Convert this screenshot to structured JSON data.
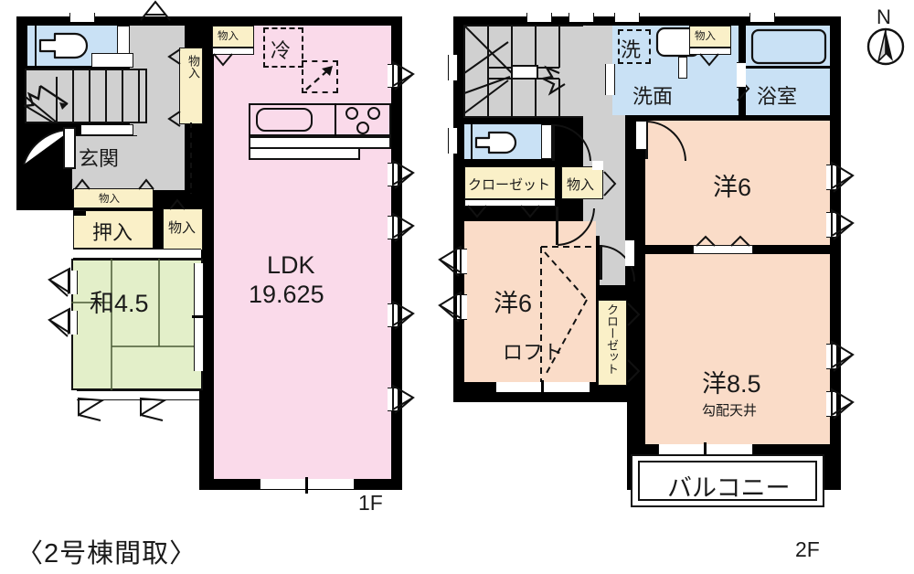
{
  "document": {
    "caption": "〈2号棟間取〉",
    "compass": {
      "label": "N",
      "name": "north-arrow"
    }
  },
  "floors": [
    {
      "id": "1F",
      "tag": "1F",
      "rooms": [
        {
          "name": "ldk",
          "label": "LDK",
          "sublabel": "19.625",
          "color": "#fadaea"
        },
        {
          "name": "washitsu",
          "label": "和4.5",
          "sublabel": "",
          "color": "#e3efc9"
        },
        {
          "name": "genkan",
          "label": "玄関",
          "sublabel": "",
          "color": "#d0d0d0"
        },
        {
          "name": "oshiire",
          "label": "押入",
          "sublabel": "",
          "color": "#faf0c8"
        },
        {
          "name": "monoire-hall",
          "label": "物入",
          "sublabel": "",
          "color": "#faf0c8"
        },
        {
          "name": "monoire-kitchen",
          "label": "物入",
          "sublabel": "",
          "color": "#faf0c8"
        },
        {
          "name": "monoire-stairs",
          "label": "物入",
          "sublabel": "",
          "color": "#faf0c8"
        },
        {
          "name": "monoire-small",
          "label": "物入",
          "sublabel": "",
          "color": "#faf0c8"
        },
        {
          "name": "toilet",
          "label": "",
          "sublabel": "",
          "color": "#c9e1f5"
        },
        {
          "name": "refrigerator",
          "label": "冷",
          "sublabel": "",
          "color": "#ffffff"
        }
      ]
    },
    {
      "id": "2F",
      "tag": "2F",
      "rooms": [
        {
          "name": "bedroom-6-north",
          "label": "洋6",
          "sublabel": "",
          "color": "#fadcc8"
        },
        {
          "name": "bedroom-85",
          "label": "洋8.5",
          "sublabel": "勾配天井",
          "color": "#fadcc8"
        },
        {
          "name": "bedroom-6-west",
          "label": "洋6",
          "sublabel": "ロフト",
          "color": "#fadcc8"
        },
        {
          "name": "senmen",
          "label": "洗面",
          "sublabel": "",
          "color": "#c9e1f5"
        },
        {
          "name": "yokushitsu",
          "label": "浴室",
          "sublabel": "",
          "color": "#c9e1f5"
        },
        {
          "name": "sentaku",
          "label": "洗",
          "sublabel": "",
          "color": "#c9e1f5"
        },
        {
          "name": "closet-west",
          "label": "クローゼット",
          "sublabel": "",
          "color": "#faf0c8"
        },
        {
          "name": "closet-vert",
          "label": "クローゼット",
          "sublabel": "",
          "color": "#faf0c8"
        },
        {
          "name": "closet-a",
          "label": "クロー",
          "sublabel": "ゼット",
          "color": "#faf0c8"
        },
        {
          "name": "closet-b",
          "label": "クロー",
          "sublabel": "ゼット",
          "color": "#faf0c8"
        },
        {
          "name": "monoire-2f-hall",
          "label": "物入",
          "sublabel": "",
          "color": "#faf0c8"
        },
        {
          "name": "monoire-2f-wash",
          "label": "物入",
          "sublabel": "",
          "color": "#faf0c8"
        },
        {
          "name": "toilet-2f",
          "label": "",
          "sublabel": "",
          "color": "#c9e1f5"
        },
        {
          "name": "balcony",
          "label": "バルコニー",
          "sublabel": "",
          "color": "#ffffff"
        }
      ]
    }
  ],
  "palette": {
    "wall": "#000000",
    "ldk_pink": "#fadaea",
    "tatami_green": "#e3efc9",
    "bedroom_peach": "#fadcc8",
    "water_blue": "#c9e1f5",
    "closet_yellow": "#faf0c8",
    "corridor_gray": "#d0d0d0",
    "paper_white": "#ffffff"
  },
  "text": {
    "ldk": "LDK",
    "ldk_area": "19.625",
    "washitsu": "和4.5",
    "genkan": "玄関",
    "oshiire": "押入",
    "monoire": "物入",
    "rei": "冷",
    "sen": "洗",
    "senmen": "洗面",
    "yokushitsu": "浴室",
    "closet": "クローゼット",
    "closet_line1": "クロー",
    "closet_line2": "ゼット",
    "yo6": "洋6",
    "yo85": "洋8.5",
    "kobai_tenjo": "勾配天井",
    "loft": "ロフト",
    "balcony": "バルコニー",
    "f1": "1F",
    "f2": "2F",
    "caption": "〈2号棟間取〉",
    "north": "N"
  }
}
